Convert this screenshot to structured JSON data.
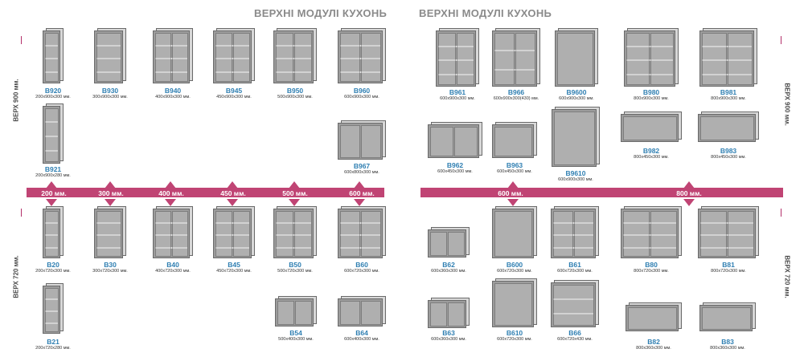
{
  "titles": [
    "ВЕРХНІ МОДУЛІ КУХОНЬ",
    "ВЕРХНІ МОДУЛІ КУХОНЬ"
  ],
  "side_labels": {
    "left_top": "ВЕРХ 900 мм.",
    "left_bottom": "ВЕРХ 720 мм.",
    "right_top": "ВЕРХ 900 мм.",
    "right_bottom": "ВЕРХ 720 мм."
  },
  "widths_left": [
    "200 мм.",
    "300 мм.",
    "400 мм.",
    "450 мм.",
    "500 мм.",
    "600 мм."
  ],
  "widths_right": [
    "600 мм.",
    "800 мм."
  ],
  "accent": "#c04474",
  "code_color": "#2f7fb2",
  "modules": [
    {
      "code": "B920",
      "dims": "200x900x300 мм."
    },
    {
      "code": "B930",
      "dims": "300x900x300 мм."
    },
    {
      "code": "B940",
      "dims": "400x900x300 мм."
    },
    {
      "code": "B945",
      "dims": "450x900x300 мм."
    },
    {
      "code": "B950",
      "dims": "500x900x300 мм."
    },
    {
      "code": "B960",
      "dims": "600x900x300 мм."
    },
    {
      "code": "B921",
      "dims": "200x900x280 мм."
    },
    {
      "code": "B967",
      "dims": "600x800x300 мм."
    },
    {
      "code": "B961",
      "dims": "600x900x300 мм."
    },
    {
      "code": "B966",
      "dims": "600x900x300(430) мм."
    },
    {
      "code": "B9600",
      "dims": "600x900x300 мм."
    },
    {
      "code": "B980",
      "dims": "800x900x300 мм."
    },
    {
      "code": "B981",
      "dims": "800x900x300 мм."
    },
    {
      "code": "B962",
      "dims": "600x450x300 мм."
    },
    {
      "code": "B963",
      "dims": "600x450x300 мм."
    },
    {
      "code": "B9610",
      "dims": "600x900x300 мм."
    },
    {
      "code": "B982",
      "dims": "800x450x300 мм."
    },
    {
      "code": "B983",
      "dims": "800x450x300 мм."
    },
    {
      "code": "B20",
      "dims": "200x720x300 мм."
    },
    {
      "code": "B30",
      "dims": "300x720x300 мм."
    },
    {
      "code": "B40",
      "dims": "400x720x300 мм."
    },
    {
      "code": "B45",
      "dims": "450x720x300 мм."
    },
    {
      "code": "B50",
      "dims": "500x720x300 мм."
    },
    {
      "code": "B60",
      "dims": "600x720x300 мм."
    },
    {
      "code": "B21",
      "dims": "200x720x280 мм."
    },
    {
      "code": "B54",
      "dims": "500x400x300 мм."
    },
    {
      "code": "B64",
      "dims": "600x400x300 мм."
    },
    {
      "code": "B62",
      "dims": "600x360x300 мм."
    },
    {
      "code": "B600",
      "dims": "600x720x300 мм."
    },
    {
      "code": "B61",
      "dims": "600x720x300 мм."
    },
    {
      "code": "B80",
      "dims": "800x720x300 мм."
    },
    {
      "code": "B81",
      "dims": "800x720x300 мм."
    },
    {
      "code": "B63",
      "dims": "600x360x300 мм."
    },
    {
      "code": "B610",
      "dims": "600x720x300 мм."
    },
    {
      "code": "B66",
      "dims": "600x720x430 мм."
    },
    {
      "code": "B82",
      "dims": "800x360x300 мм."
    },
    {
      "code": "B83",
      "dims": "800x360x300 мм."
    }
  ]
}
